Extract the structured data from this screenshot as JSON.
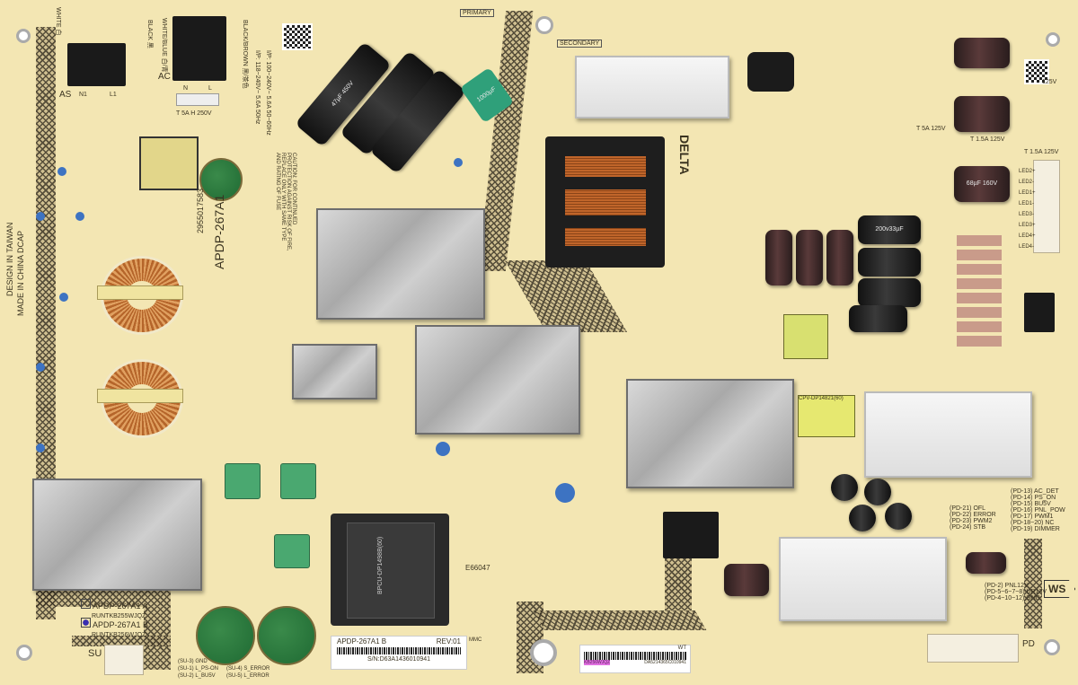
{
  "board": {
    "model": "APDP-267A1",
    "part_number": "2955017583",
    "origin": [
      "DESIGN IN TAIWAN",
      "MADE IN CHINA DCAP"
    ],
    "caution": "CAUTION: FOR CONTINUED PROTECTION AGAINST RISK OF FIRE, REPLACE ONLY WITH SAME TYPE AND RATING OF FUSE",
    "primary": "PRIMARY",
    "secondary": "SECONDARY",
    "brand": "DELTA",
    "fuse": "T 5A H 250V",
    "ac_labels": {
      "ac": "AC",
      "as": "AS",
      "n": "N",
      "l": "L",
      "n1": "N1",
      "l1": "L1"
    },
    "wire_colors": {
      "left": "WHITE 白",
      "white_blue": "WHITE/BLUE 白/青",
      "black": "BLACK 黑",
      "black_brown": "BLACK/BROWN 黑/茶色"
    },
    "input_rating": [
      "I/P: 118~240V~ 5.6A 50Hz",
      "I/P: 100~240V~ 5.6A 50~60Hz"
    ],
    "variants": [
      {
        "name": "APDP-267A1 A",
        "code": "RUNTKB255WJQZ"
      },
      {
        "name": "APDP-267A1 B",
        "code": "RUNTKB256WJQZ"
      }
    ],
    "su_connector": {
      "label": "SU",
      "pins": [
        "(SU-3) GND",
        "(SU-1) L_PS-ON",
        "(SU-4) S_ERROR",
        "(SU-2) L_BU5V",
        "(SU-5) L_ERROR"
      ]
    },
    "pd_pins_left": [
      "(PD-21) OFL",
      "(PD-22) ERROR",
      "(PD-23) PWM2",
      "(PD-24) STB"
    ],
    "pd_pins_right": [
      "(PD-13) AC_DET",
      "(PD-14) PS_ON",
      "(PD-15) BU5V",
      "(PD-16) PNL_POW",
      "(PD-17) PWM1",
      "(PD-18~20) NC",
      "(PD-19) DIMMER"
    ],
    "pd_pins_bottom": [
      "(PD-2) PNL12V",
      "(PD-5~6~7~8) UR13V",
      "(PD-4~10~12) GND"
    ],
    "ws": "WS",
    "pd": "PD",
    "led_labels": [
      "LED2+",
      "LED2-",
      "LED1+",
      "LED1-",
      "LED3-",
      "LED3+",
      "LED4+",
      "LED4-"
    ],
    "fuses_right": [
      "T 5A 125V",
      "T 1.5A 125V",
      "T 1.5A 125V",
      "125V"
    ],
    "ul_mark": "E66047",
    "transformer_codes": [
      "CPV-DP14821(60)",
      "BPCU-DP1498B(60)"
    ],
    "cap_marks": [
      "47µF 450V",
      "200v33µF",
      "68µF 160V",
      "1000µF"
    ]
  },
  "label_left": {
    "model_rev": "APDP-267A1 B",
    "rev": "REV:01",
    "mmc": "MMC",
    "serial": "S/N:D63A1436010941"
  },
  "label_right": {
    "wt": "WT",
    "code": "KB256WJQZ",
    "serial": "DA5214365C010941"
  },
  "colors": {
    "board": "#f3e6b3",
    "hatch": "#3a3324",
    "heatsink": "#b8b8b8",
    "varistor": "#2a7a3e"
  }
}
